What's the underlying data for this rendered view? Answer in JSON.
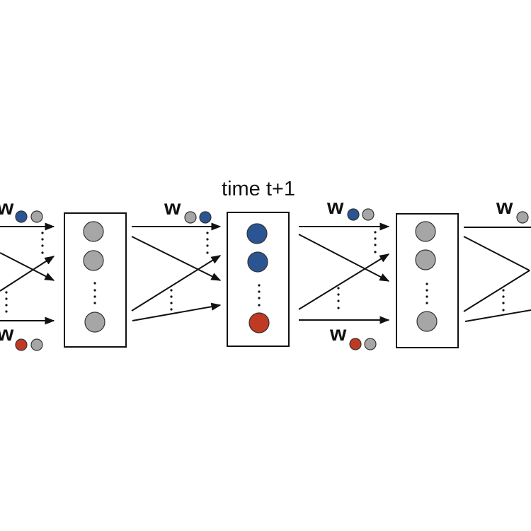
{
  "title": "time t+1",
  "weight_symbol": "w",
  "colors": {
    "gray": "#a6a6a6",
    "blue": "#2a5592",
    "red": "#bf3a22",
    "line": "#111111"
  },
  "layers": [
    {
      "id": "layer-1",
      "nodes": [
        "gray",
        "gray",
        "gray"
      ]
    },
    {
      "id": "layer-2-time-t-plus-1",
      "nodes": [
        "blue",
        "blue",
        "red"
      ],
      "label": "time t+1"
    },
    {
      "id": "layer-3",
      "nodes": [
        "gray",
        "gray",
        "gray"
      ]
    }
  ],
  "weight_labels": [
    {
      "id": "w-top-left",
      "subscript": [
        "blue",
        "gray"
      ]
    },
    {
      "id": "w-bottom-left",
      "subscript": [
        "red",
        "gray"
      ]
    },
    {
      "id": "w-top-mid",
      "subscript": [
        "gray",
        "blue"
      ]
    },
    {
      "id": "w-top-right",
      "subscript": [
        "blue",
        "gray"
      ]
    },
    {
      "id": "w-bottom-right",
      "subscript": [
        "red",
        "gray"
      ]
    },
    {
      "id": "w-top-far-right",
      "subscript": [
        "gray"
      ]
    }
  ]
}
